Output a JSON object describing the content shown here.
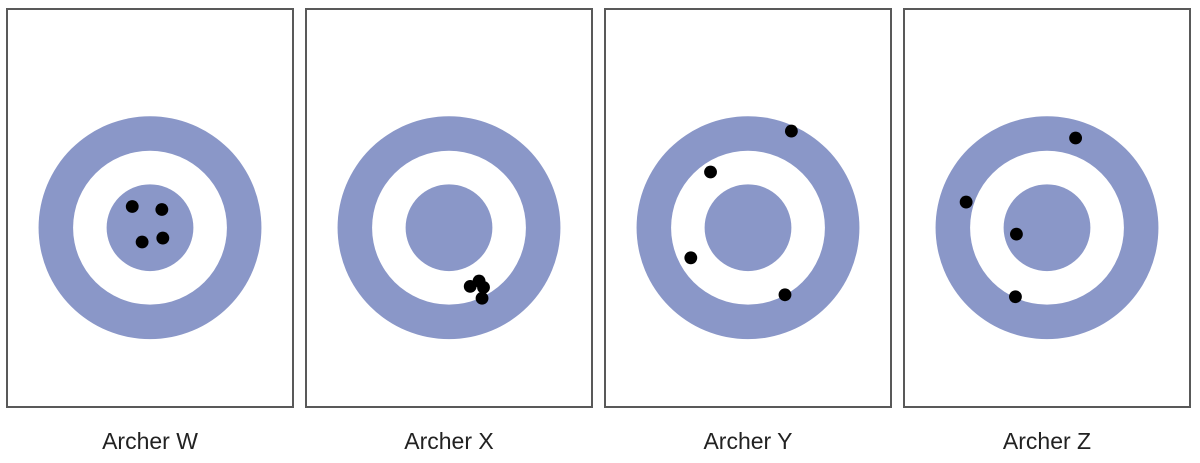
{
  "colors": {
    "ring": "#8A97C8",
    "background": "#FFFFFF",
    "frame": "#595959",
    "hit": "#000000"
  },
  "targets": [
    {
      "label": "Archer W",
      "hits": [
        [
          -36,
          -43
        ],
        [
          24,
          -37
        ],
        [
          26,
          21
        ],
        [
          -16,
          29
        ]
      ]
    },
    {
      "label": "Archer X",
      "hits": [
        [
          61,
          108
        ],
        [
          43,
          119
        ],
        [
          70,
          121
        ],
        [
          67,
          143
        ]
      ]
    },
    {
      "label": "Archer Y",
      "hits": [
        [
          88,
          -196
        ],
        [
          -76,
          -113
        ],
        [
          -116,
          61
        ],
        [
          75,
          136
        ]
      ]
    },
    {
      "label": "Archer Z",
      "hits": [
        [
          58,
          -182
        ],
        [
          -164,
          -52
        ],
        [
          -62,
          13
        ],
        [
          -64,
          140
        ]
      ]
    }
  ]
}
